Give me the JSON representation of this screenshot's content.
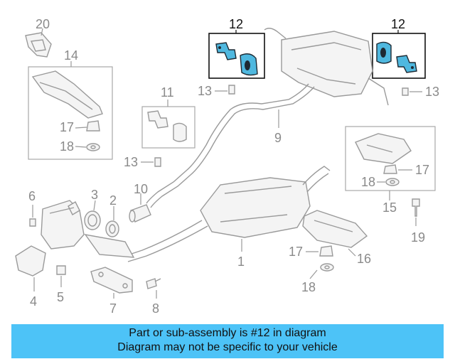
{
  "callouts": {
    "c1": "1",
    "c2": "2",
    "c3": "3",
    "c4": "4",
    "c5": "5",
    "c6": "6",
    "c7": "7",
    "c8": "8",
    "c9": "9",
    "c10": "10",
    "c11": "11",
    "c12a": "12",
    "c12b": "12",
    "c13a": "13",
    "c13b": "13",
    "c13c": "13",
    "c14": "14",
    "c15": "15",
    "c16": "16",
    "c17a": "17",
    "c17b": "17",
    "c17c": "17",
    "c18a": "18",
    "c18b": "18",
    "c18c": "18",
    "c19": "19",
    "c20": "20"
  },
  "highlight_color": "#4fb8df",
  "banner": {
    "line1": "Part or sub-assembly is #12 in diagram",
    "line2": "Diagram may not be specific to your vehicle",
    "color": "#4dc3f7"
  }
}
